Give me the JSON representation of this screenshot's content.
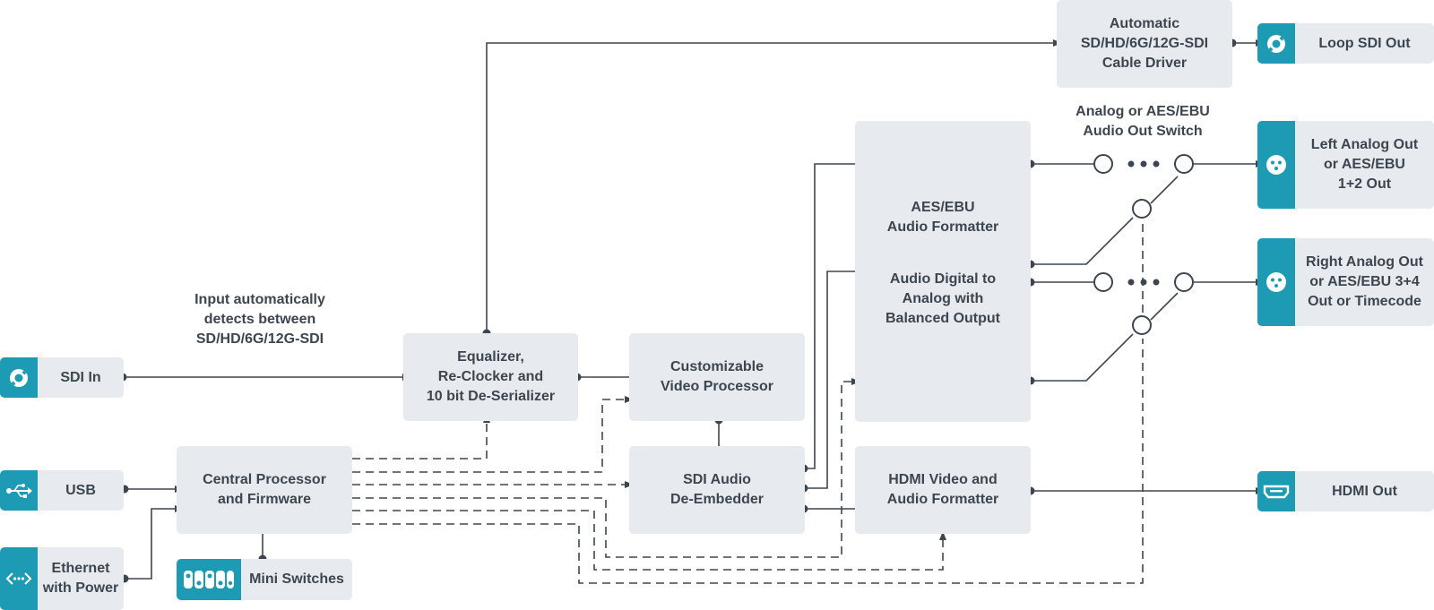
{
  "diagram": {
    "colors": {
      "block_fill": "#e7eaee",
      "port_accent": "#1d9bb5",
      "line": "#3d4650",
      "text": "#3d4650"
    },
    "annotations": {
      "input_detect": "Input automatically\ndetects between\nSD/HD/6G/12G-SDI",
      "audio_switch": "Analog or AES/EBU\nAudio Out Switch"
    },
    "inputs": {
      "sdi_in": {
        "label": "SDI In",
        "icon": "bnc-connector-icon"
      },
      "usb": {
        "label": "USB",
        "icon": "usb-icon"
      },
      "ethernet": {
        "label": "Ethernet\nwith Power",
        "icon": "ethernet-icon"
      },
      "mini_switches": {
        "label": "Mini Switches",
        "icon": "dip-switch-icon"
      }
    },
    "blocks": {
      "equalizer": "Equalizer,\nRe-Clocker and\n10 bit De-Serializer",
      "video_processor": "Customizable\nVideo Processor",
      "central_processor": "Central Processor\nand Firmware",
      "audio_deembedder": "SDI Audio\nDe-Embedder",
      "cable_driver": "Automatic\nSD/HD/6G/12G-SDI\nCable Driver",
      "aes_formatter": "AES/EBU\nAudio Formatter",
      "dac": "Audio Digital to\nAnalog with\nBalanced Output",
      "hdmi_formatter": "HDMI Video and\nAudio Formatter"
    },
    "outputs": {
      "loop_sdi_out": {
        "label": "Loop SDI Out",
        "icon": "bnc-connector-icon"
      },
      "left_analog_out": {
        "label": "Left Analog Out\nor AES/EBU\n1+2 Out",
        "icon": "xlr-connector-icon"
      },
      "right_analog_out": {
        "label": "Right Analog Out\nor AES/EBU 3+4\nOut or Timecode",
        "icon": "xlr-connector-icon"
      },
      "hdmi_out": {
        "label": "HDMI Out",
        "icon": "hdmi-connector-icon"
      }
    }
  }
}
